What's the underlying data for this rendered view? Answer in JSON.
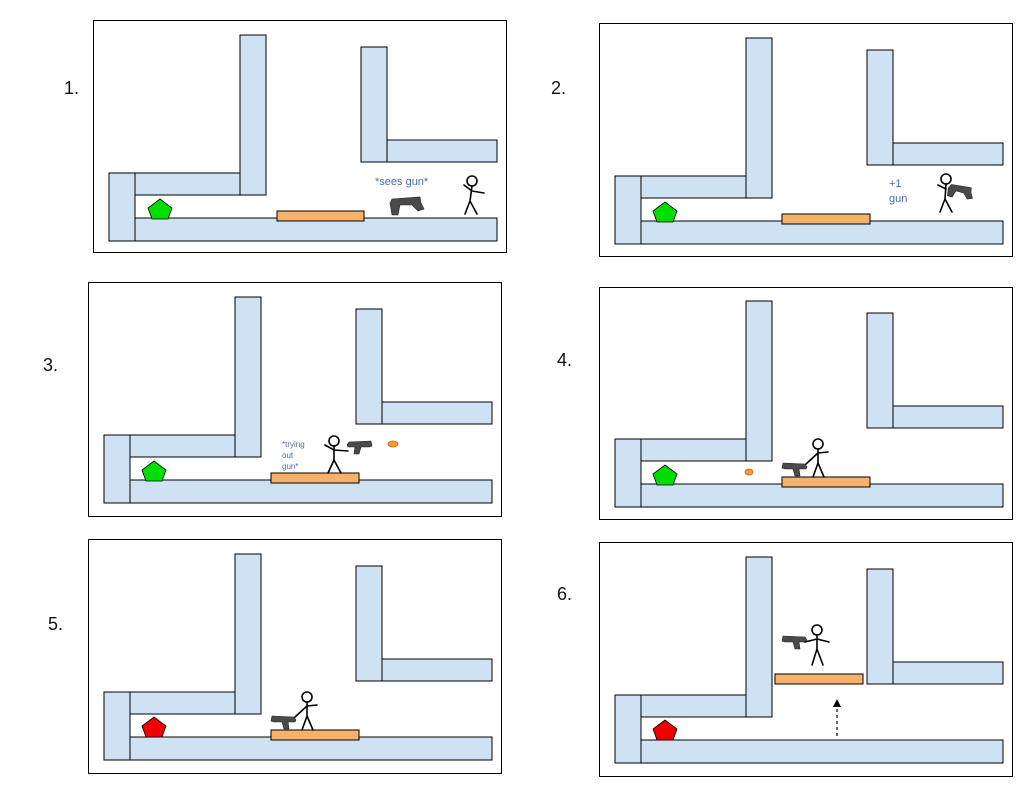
{
  "panels": [
    {
      "number": "1.",
      "note": "*sees gun*",
      "gem": "green-pentagon",
      "gem_color": "#00dd00"
    },
    {
      "number": "2.",
      "note_line1": "+1",
      "note_line2": "gun",
      "gem": "green-pentagon",
      "gem_color": "#00dd00"
    },
    {
      "number": "3.",
      "note_line1": "*trying",
      "note_line2": "out",
      "note_line3": "gun*",
      "gem": "green-pentagon",
      "gem_color": "#00dd00"
    },
    {
      "number": "4.",
      "gem": "green-pentagon",
      "gem_color": "#00dd00"
    },
    {
      "number": "5.",
      "gem": "red-pentagon",
      "gem_color": "#ee0000"
    },
    {
      "number": "6.",
      "gem": "red-pentagon",
      "gem_color": "#ee0000"
    }
  ],
  "colors": {
    "wall": "#cfe2f3",
    "platform": "#f6b26b",
    "note": "#4a6fa5",
    "bullet": "#f39a3c"
  }
}
